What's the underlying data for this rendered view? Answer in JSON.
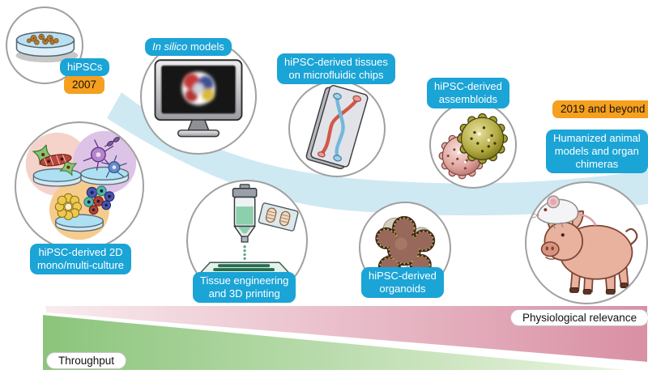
{
  "colors": {
    "label_blue": "#1ba4d6",
    "label_orange": "#f5a01f",
    "ribbon_blue": "#cfe9f2",
    "throughput_green_start": "#8bc47b",
    "throughput_green_end": "#edf6e3",
    "relevance_pink_start": "#f9ecef",
    "relevance_pink_end": "#d98fa4"
  },
  "milestones": [
    {
      "id": "hipscs",
      "icon": "petri-dish-icon",
      "label_lines": [
        "hiPSCs"
      ],
      "year": "2007"
    },
    {
      "id": "in-silico-models",
      "icon": "computer-monitor-icon",
      "label_italic": "In silico",
      "label_rest": " models"
    },
    {
      "id": "2d-culture",
      "icon": "culture-dishes-icon",
      "label_lines": [
        "hiPSC-derived 2D",
        "mono/multi-culture"
      ]
    },
    {
      "id": "tissue-engineering",
      "icon": "bioprinter-icon",
      "label_lines": [
        "Tissue engineering",
        "and 3D printing"
      ]
    },
    {
      "id": "microfluidic-chips",
      "icon": "microfluidic-chip-icon",
      "label_lines": [
        "hiPSC-derived tissues",
        "on microfluidic chips"
      ]
    },
    {
      "id": "organoids",
      "icon": "organoid-icon",
      "label_lines": [
        "hiPSC-derived",
        "organoids"
      ]
    },
    {
      "id": "assembloids",
      "icon": "assembloid-icon",
      "label_lines": [
        "hiPSC-derived",
        "assembloids"
      ]
    },
    {
      "id": "humanized-animals",
      "icon": "mouse-pig-icon",
      "label_lines": [
        "Humanized animal",
        "models and organ",
        "chimeras"
      ],
      "year": "2019 and beyond"
    }
  ],
  "axes": [
    {
      "id": "throughput",
      "label": "Throughput",
      "color": "green",
      "wedge": "thick-left-thin-right"
    },
    {
      "id": "physiological-relevance",
      "label": "Physiological relevance",
      "color": "pink",
      "wedge": "thin-left-thick-right"
    }
  ]
}
